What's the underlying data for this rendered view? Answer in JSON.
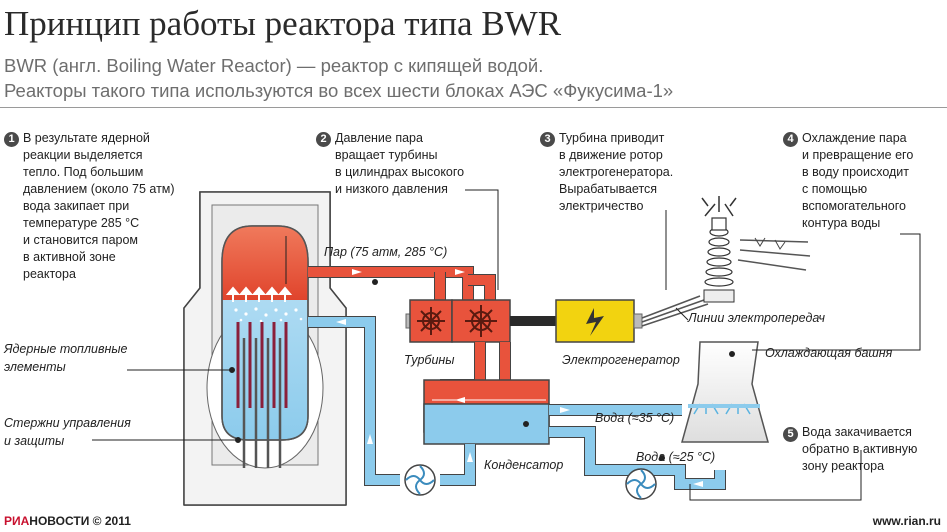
{
  "title": "Принцип работы реактора типа BWR",
  "subtitle_line1": "BWR (англ. Boiling Water Reactor) — реактор с кипящей водой.",
  "subtitle_line2": "Реакторы такого типа используются во всех шести блоках АЭС «Фукусима-1»",
  "steps": [
    {
      "number": "1",
      "text": "В результате ядерной\nреакции выделяется\nтепло. Под большим\nдавлением (около 75 атм)\nвода закипает при\nтемпературе 285 °С\nи становится паром\nв активной зоне\nреактора"
    },
    {
      "number": "2",
      "text": "Давление пара\nвращает турбины\nв цилиндрах высокого\nи низкого давления"
    },
    {
      "number": "3",
      "text": "Турбина приводит\nв движение ротор\nэлектрогенератора.\nВырабатывается\nэлектричество"
    },
    {
      "number": "4",
      "text": "Охлаждение пара\nи превращение его\nв воду происходит\nс помощью\nвспомогательного\nконтура воды"
    },
    {
      "number": "5",
      "text": "Вода закачивается\nобратно в активную\nзону реактора"
    }
  ],
  "labels": {
    "steam": "Пар (75 атм, 285 °С)",
    "fuel_elements": "Ядерные топливные\nэлементы",
    "control_rods": "Стержни управления\nи защиты",
    "turbines": "Турбины",
    "generator": "Электрогенератор",
    "power_lines": "Линии электропередач",
    "cooling_tower": "Охлаждающая башня",
    "water_35": "Вода (≈35 °С)",
    "water_25": "Вода (≈25 °С)",
    "condenser": "Конденсатор"
  },
  "footer": {
    "logo_ria": "РИА",
    "logo_novosti": "НОВОСТИ",
    "copyright": "© 2011",
    "url": "www.rian.ru"
  },
  "colors": {
    "steam": "#e8533c",
    "water": "#8ccbec",
    "generator": "#f2d310",
    "building": "#f2f2f2",
    "accent_dark": "#3c3c3c"
  }
}
